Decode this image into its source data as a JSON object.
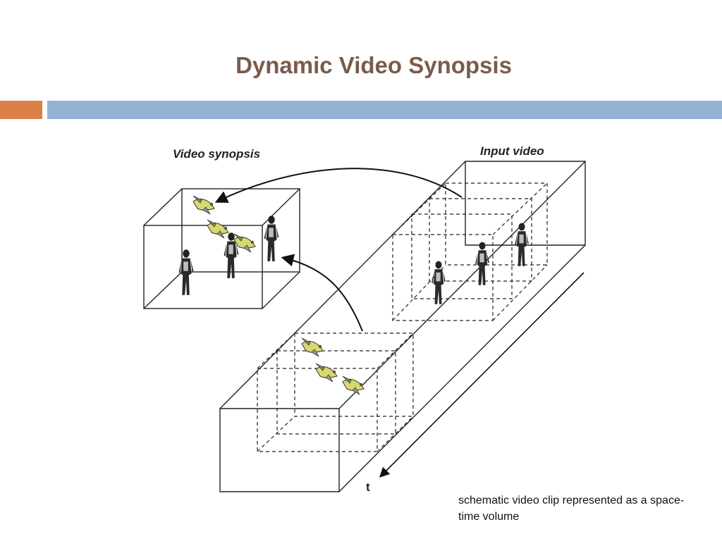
{
  "slide": {
    "title": "Dynamic Video Synopsis",
    "caption": "schematic video clip represented as a space-time volume"
  },
  "diagram": {
    "video_synopsis_label": "Video synopsis",
    "input_video_label": "Input video",
    "time_axis_label": "t"
  },
  "colors": {
    "title": "#7a5c4c",
    "accent_orange": "#dd8045",
    "accent_blue": "#93b3d4",
    "bird_body": "#d8d870",
    "line": "#222222"
  }
}
